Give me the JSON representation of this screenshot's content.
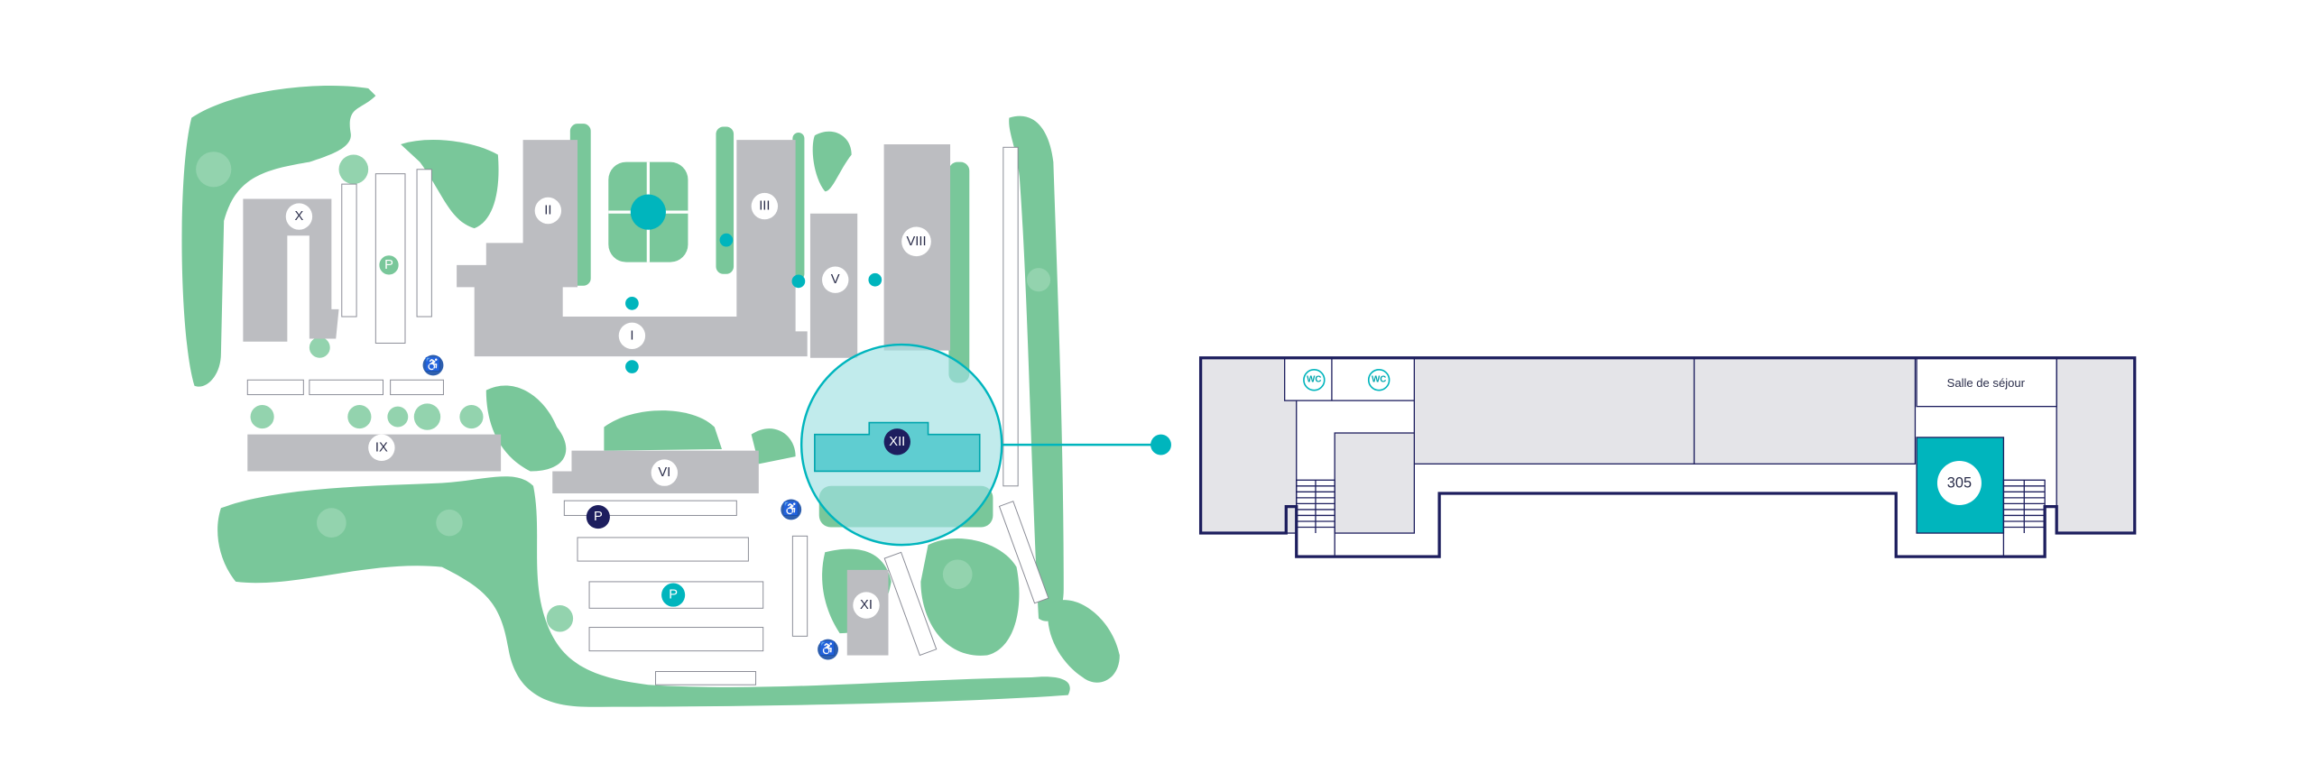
{
  "campus_map": {
    "buildings": [
      "I",
      "II",
      "III",
      "V",
      "VI",
      "VIII",
      "IX",
      "X",
      "XI",
      "XII"
    ],
    "selected_building": "XII",
    "parking_label": "P",
    "icons": [
      "parking-icon",
      "accessible-icon",
      "entrance-arrow-icon",
      "fountain-icon"
    ]
  },
  "floor_plan": {
    "wc_labels": [
      "WC",
      "WC"
    ],
    "lounge_label": "Salle de séjour",
    "selected_room": "305"
  },
  "colors": {
    "green": "#79c79a",
    "building": "#bcbdc1",
    "accent": "#00b5bd",
    "navy": "#1d1e5e",
    "accessible": "#2e5fae"
  }
}
